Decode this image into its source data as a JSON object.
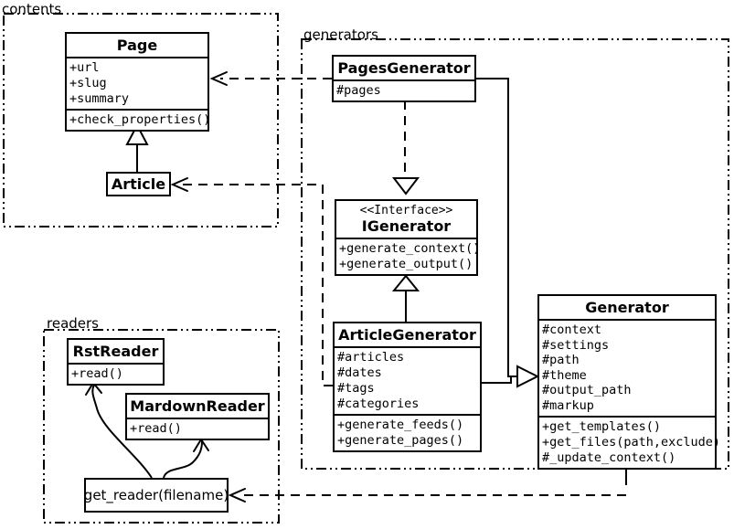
{
  "colors": {
    "line": "#000000",
    "background": "#ffffff",
    "box_fill": "#ffffff"
  },
  "packages": {
    "contents": {
      "label": "contents"
    },
    "generators": {
      "label": "generators"
    },
    "readers": {
      "label": "readers"
    }
  },
  "classes": {
    "page": {
      "title": "Page",
      "attributes": [
        "+url",
        "+slug",
        "+summary"
      ],
      "methods": [
        "+check_properties()"
      ]
    },
    "article": {
      "title": "Article"
    },
    "pages_generator": {
      "title": "PagesGenerator",
      "attributes": [
        "#pages"
      ]
    },
    "igenerator": {
      "stereotype": "<<Interface>>",
      "title": "IGenerator",
      "methods": [
        "+generate_context()",
        "+generate_output()"
      ]
    },
    "article_generator": {
      "title": "ArticleGenerator",
      "attributes": [
        "#articles",
        "#dates",
        "#tags",
        "#categories"
      ],
      "methods": [
        "+generate_feeds()",
        "+generate_pages()"
      ]
    },
    "generator": {
      "title": "Generator",
      "attributes": [
        "#context",
        "#settings",
        "#path",
        "#theme",
        "#output_path",
        "#markup"
      ],
      "methods": [
        "+get_templates()",
        "+get_files(path,exclude)",
        "#_update_context()"
      ]
    },
    "rst_reader": {
      "title": "RstReader",
      "methods": [
        "+read()"
      ]
    },
    "mardown_reader": {
      "title": "MardownReader",
      "methods": [
        "+read()"
      ]
    },
    "get_reader": {
      "label": "get_reader(filename)"
    }
  }
}
